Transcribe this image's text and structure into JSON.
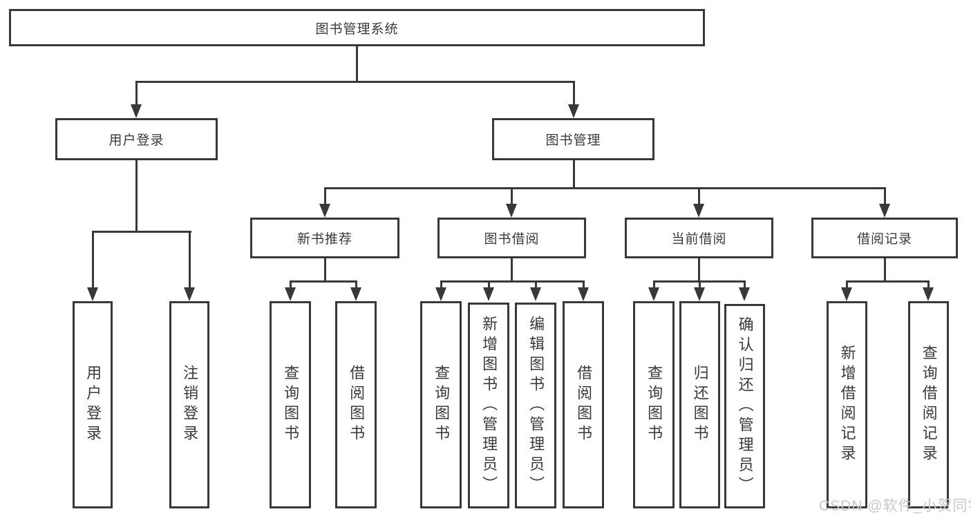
{
  "colors": {
    "line": "#383838",
    "text": "#3a3a3a",
    "watermark": "#c8c8c8",
    "background": "#ffffff"
  },
  "watermark": "CSDN @软件_小贺同学",
  "root": {
    "label": "图书管理系统"
  },
  "level2": [
    {
      "label": "用户登录"
    },
    {
      "label": "图书管理"
    }
  ],
  "level3": [
    {
      "label": "新书推荐"
    },
    {
      "label": "图书借阅"
    },
    {
      "label": "当前借阅"
    },
    {
      "label": "借阅记录"
    }
  ],
  "leaves": {
    "user_login": [
      "用户登录",
      "注销登录"
    ],
    "new_book_recommend": [
      "查询图书",
      "借阅图书"
    ],
    "book_borrow": [
      "查询图书",
      "新增图书（管理员）",
      "编辑图书（管理员）",
      "借阅图书"
    ],
    "current_borrow": [
      "查询图书",
      "归还图书",
      "确认归还（管理员）"
    ],
    "borrow_records": [
      "新增借阅记录",
      "查询借阅记录"
    ]
  }
}
